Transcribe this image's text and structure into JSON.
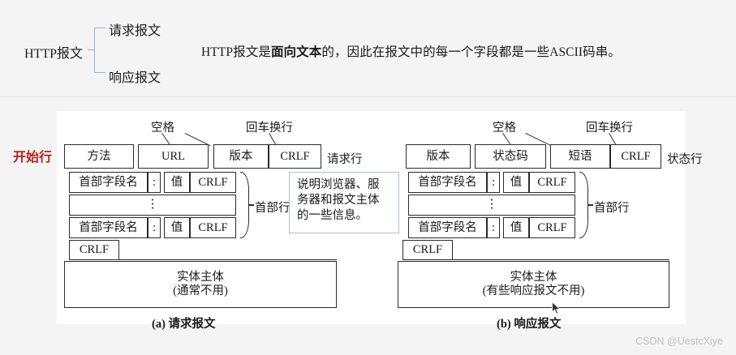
{
  "top": {
    "root_label": "HTTP报文",
    "branches": [
      {
        "label": "请求报文"
      },
      {
        "label": "响应报文"
      }
    ],
    "sentence": {
      "part1": "HTTP报文是",
      "bold": "面向文本",
      "part2": "的，因此在报文中的每一个字段都是一些ASCII码串。"
    }
  },
  "figure": {
    "start_line_label": "开始行",
    "annotations": {
      "space": "空格",
      "crlf_newline": "回车换行"
    },
    "request": {
      "caption": "(a) 请求报文",
      "start_line": {
        "side_label": "请求行",
        "cells": [
          "方法",
          "URL",
          "版本",
          "CRLF"
        ]
      },
      "header_group_label": "首部行",
      "header_rows": [
        {
          "name": "首部字段名",
          "colon": ":",
          "value": "值",
          "crlf": "CRLF"
        },
        {
          "name": "⋮"
        },
        {
          "name": "首部字段名",
          "colon": ":",
          "value": "值",
          "crlf": "CRLF"
        }
      ],
      "blank_line": "CRLF",
      "body": {
        "title": "实体主体",
        "note": "(通常不用)"
      }
    },
    "response": {
      "caption": "(b) 响应报文",
      "start_line": {
        "side_label": "状态行",
        "cells": [
          "版本",
          "状态码",
          "短语",
          "CRLF"
        ]
      },
      "header_group_label": "首部行",
      "header_rows": [
        {
          "name": "首部字段名",
          "colon": ":",
          "value": "值",
          "crlf": "CRLF"
        },
        {
          "name": "⋮"
        },
        {
          "name": "首部字段名",
          "colon": ":",
          "value": "值",
          "crlf": "CRLF"
        }
      ],
      "blank_line": "CRLF",
      "body": {
        "title": "实体主体",
        "note": "(有些响应报文不用)"
      }
    },
    "callout": {
      "line1": "说明浏览器、服",
      "line2": "务器和报文主体",
      "line3": "的一些信息。"
    }
  },
  "watermark": "CSDN @UestcXiye",
  "colors": {
    "page_background": "#f4f4f4",
    "panel_background": "#ffffff",
    "start_line_label": "#b42318",
    "bracket": "#9fb3c8",
    "callout_border": "#a9c0d6",
    "box_border": "#2b2b2b",
    "watermark": "#c2c2c2"
  }
}
